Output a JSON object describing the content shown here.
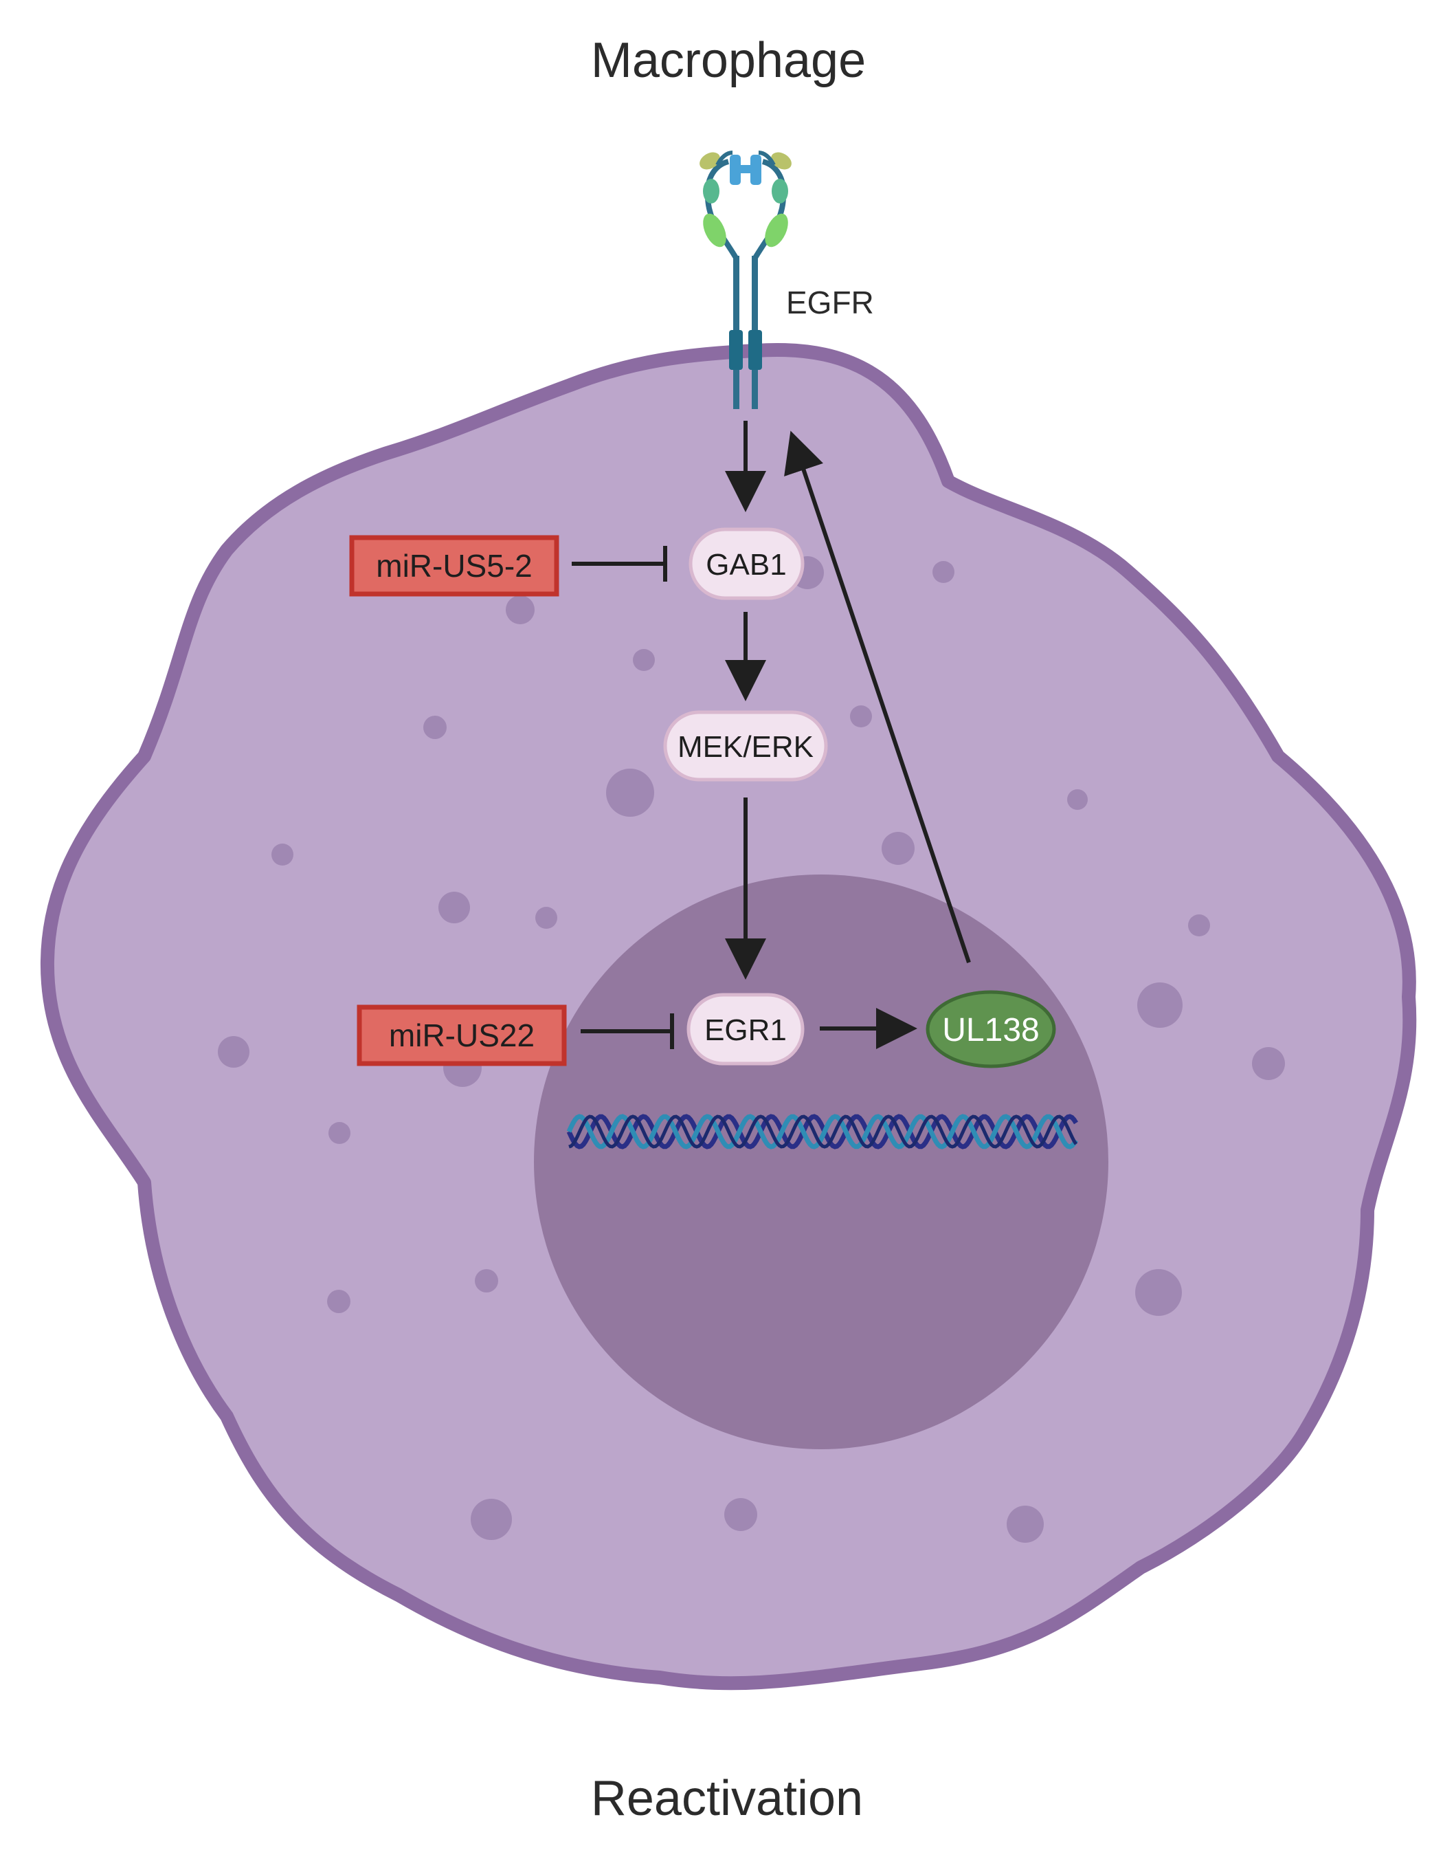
{
  "title_top": "Macrophage",
  "title_bottom": "Reactivation",
  "receptor": {
    "label": "EGFR"
  },
  "pathway": {
    "gab1": "GAB1",
    "mek_erk": "MEK/ERK",
    "egr1": "EGR1",
    "ul138": "UL138"
  },
  "inhibitors": {
    "mir_us5_2": "miR-US5-2",
    "mir_us22": "miR-US22"
  },
  "colors": {
    "cytoplasm": "#bca6cb",
    "membrane": "#8c6ca2",
    "nucleus": "#93789f",
    "vesicle": "#a088b3",
    "node_fill": "#f2e3ef",
    "node_stroke": "#d9b8cf",
    "mir_fill": "#e06a63",
    "mir_stroke": "#c0332c",
    "ul138_fill": "#5f934f",
    "ul138_stroke": "#3f6b35",
    "arrow": "#1f1f1f",
    "dna_a": "#2a2f87",
    "dna_b": "#2f8db5"
  },
  "icons": [
    "egfr-receptor-icon",
    "dna-helix-icon"
  ]
}
